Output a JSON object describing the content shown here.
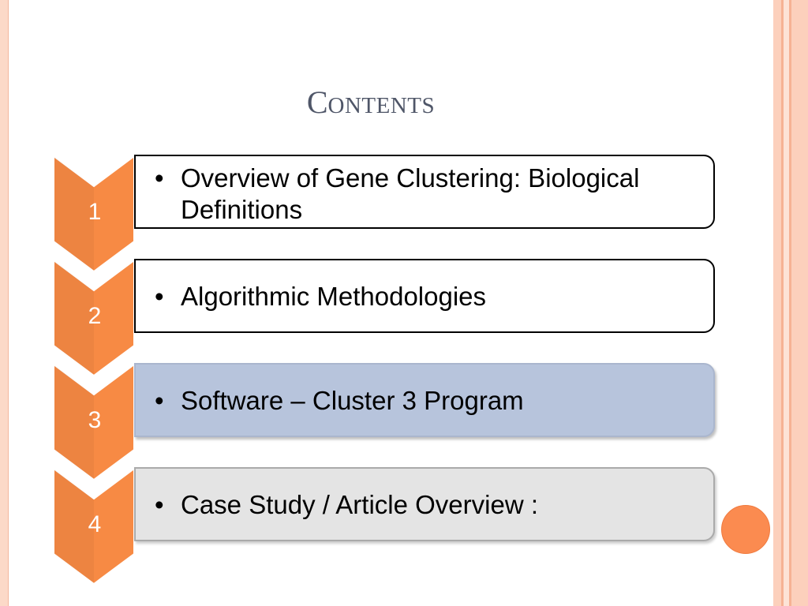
{
  "slide": {
    "title_initial": "C",
    "title_rest": "ONTENTS",
    "items": [
      {
        "number": "1",
        "text": "Overview of Gene Clustering: Biological Definitions"
      },
      {
        "number": "2",
        "text": "Algorithmic Methodologies"
      },
      {
        "number": "3",
        "text": "Software – Cluster 3 Program"
      },
      {
        "number": "4",
        "text": "Case Study / Article Overview :"
      }
    ],
    "bullet_glyph": "•"
  },
  "colors": {
    "chevron": "#f78a44",
    "chevron_border": "#ffffff",
    "title": "#4f5668",
    "item3_fill": "#b7c4dc",
    "item4_fill": "#e4e4e4",
    "accent_circle": "#fb8b50",
    "frame": "#fcd9c8"
  }
}
